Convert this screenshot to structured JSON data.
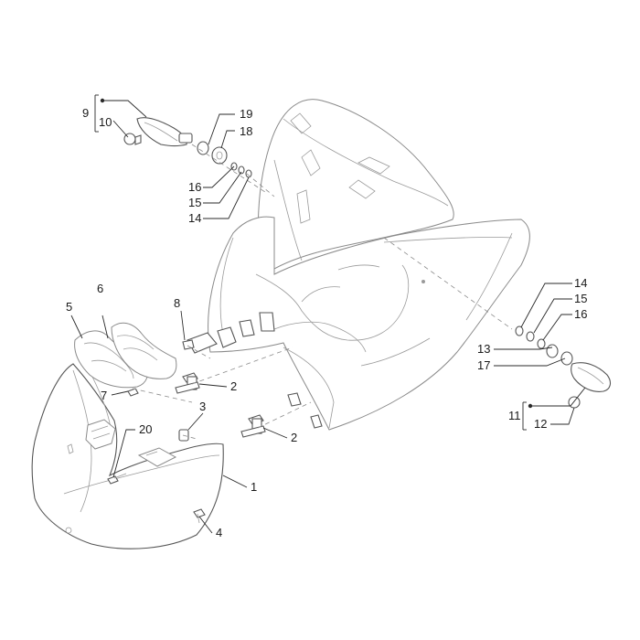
{
  "callouts": [
    {
      "id": "c1",
      "label": "1"
    },
    {
      "id": "c2a",
      "label": "2"
    },
    {
      "id": "c2b",
      "label": "2"
    },
    {
      "id": "c3",
      "label": "3"
    },
    {
      "id": "c4",
      "label": "4"
    },
    {
      "id": "c5",
      "label": "5"
    },
    {
      "id": "c6",
      "label": "6"
    },
    {
      "id": "c7",
      "label": "7"
    },
    {
      "id": "c8",
      "label": "8"
    },
    {
      "id": "c9",
      "label": "9"
    },
    {
      "id": "c10",
      "label": "10"
    },
    {
      "id": "c11",
      "label": "11"
    },
    {
      "id": "c12",
      "label": "12"
    },
    {
      "id": "c13",
      "label": "13"
    },
    {
      "id": "c14a",
      "label": "14"
    },
    {
      "id": "c14b",
      "label": "14"
    },
    {
      "id": "c15a",
      "label": "15"
    },
    {
      "id": "c15b",
      "label": "15"
    },
    {
      "id": "c16a",
      "label": "16"
    },
    {
      "id": "c16b",
      "label": "16"
    },
    {
      "id": "c17",
      "label": "17"
    },
    {
      "id": "c18",
      "label": "18"
    },
    {
      "id": "c19",
      "label": "19"
    },
    {
      "id": "c20",
      "label": "20"
    }
  ],
  "line_color": "#2a2a2a",
  "part_outline_color": "#8a8a8a"
}
